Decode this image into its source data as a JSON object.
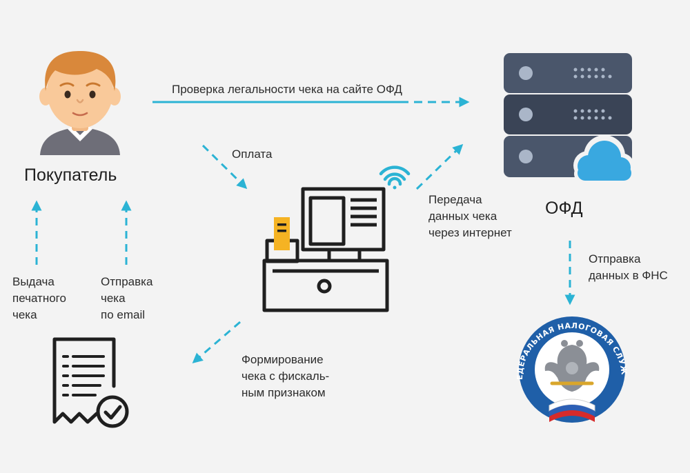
{
  "nodes": {
    "buyer": {
      "label": "Покупатель"
    },
    "ofd": {
      "label": "ОФД"
    },
    "fns": {
      "ring_text": "ФЕДЕРАЛЬНАЯ НАЛОГОВАЯ СЛУЖБА"
    }
  },
  "edges": {
    "legality_check": {
      "label": "Проверка легальности чека на сайте ОФД"
    },
    "payment": {
      "label": "Оплата"
    },
    "transfer": {
      "lines": [
        "Передача",
        "данных чека",
        "через интернет"
      ]
    },
    "send_fns": {
      "lines": [
        "Отправка",
        "данных в ФНС"
      ]
    },
    "print_receipt": {
      "lines": [
        "Выдача",
        "печатного",
        "чека"
      ]
    },
    "email_receipt": {
      "lines": [
        "Отправка",
        "чека",
        "по email"
      ]
    },
    "fiscal": {
      "lines": [
        "Формирование",
        "чека с фискаль-",
        "ным признаком"
      ]
    }
  },
  "colors": {
    "arrow": "#2bb3d4",
    "server_dark": "#3a4456",
    "server_mid": "#4a566b",
    "cloud": "#39a8e0",
    "fns_blue": "#1f5fa8",
    "cash_yellow": "#f5b323",
    "skin": "#f9c99a",
    "hair": "#d9883b",
    "shirt": "#6e6e78"
  },
  "icons": {
    "buyer": "person-icon",
    "ofd": "server-cloud-icon",
    "register": "cash-register-icon",
    "wifi": "wifi-icon",
    "receipt": "receipt-check-icon",
    "fns": "fns-emblem-icon"
  }
}
